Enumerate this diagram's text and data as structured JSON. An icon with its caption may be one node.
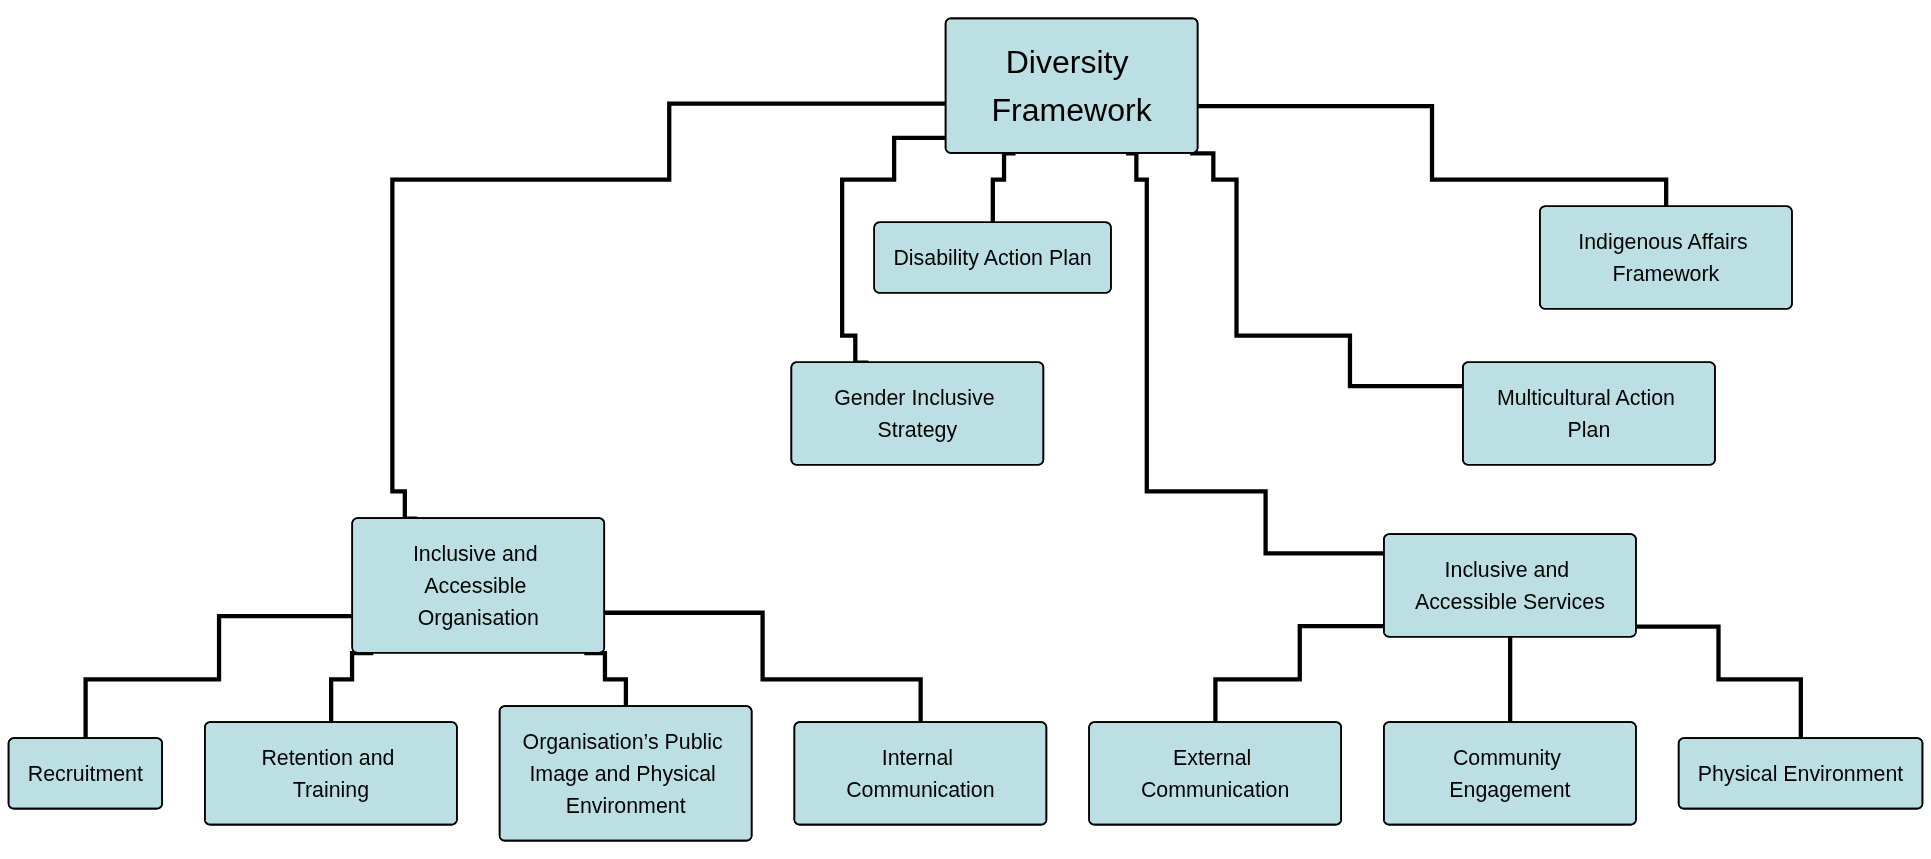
{
  "diagram": {
    "nodes": [
      {
        "text": [
          "Diversity Framework"
        ]
      },
      {
        "text": [
          "Disability Action Plan"
        ]
      },
      {
        "text": [
          "Indigenous Affairs Framework"
        ]
      },
      {
        "text": [
          "Gender Inclusive Strategy"
        ]
      },
      {
        "text": [
          "Multicultural Action Plan"
        ]
      },
      {
        "text": [
          "Inclusive and Accessible Organisation"
        ]
      },
      {
        "text": [
          "Inclusive and Accessible Services"
        ]
      },
      {
        "text": [
          "Recruitment"
        ]
      },
      {
        "text": [
          "Retention and Training"
        ]
      },
      {
        "text": [
          "Organisation’s Public Image and Physical Environment"
        ]
      },
      {
        "text": [
          "Internal Communication"
        ]
      },
      {
        "text": [
          "External Communication"
        ]
      },
      {
        "text": [
          "Community Engagement"
        ]
      },
      {
        "text": [
          "Physical Environment"
        ]
      }
    ],
    "edges": [
      {
        "from": 0,
        "to": 1,
        "arrow": "none"
      },
      {
        "from": 0,
        "to": 2,
        "arrow": "none"
      },
      {
        "from": 0,
        "to": 3,
        "arrow": "none"
      },
      {
        "from": 0,
        "to": 4,
        "arrow": "none"
      },
      {
        "from": 0,
        "to": 5,
        "arrow": "none"
      },
      {
        "from": 0,
        "to": 6,
        "arrow": "none"
      },
      {
        "from": 5,
        "to": 7,
        "arrow": "none"
      },
      {
        "from": 5,
        "to": 8,
        "arrow": "none"
      },
      {
        "from": 5,
        "to": 9,
        "arrow": "none"
      },
      {
        "from": 5,
        "to": 10,
        "arrow": "none"
      },
      {
        "from": 6,
        "to": 11,
        "arrow": "none"
      },
      {
        "from": 6,
        "to": 12,
        "arrow": "none"
      },
      {
        "from": 6,
        "to": 13,
        "arrow": "none"
      }
    ]
  }
}
